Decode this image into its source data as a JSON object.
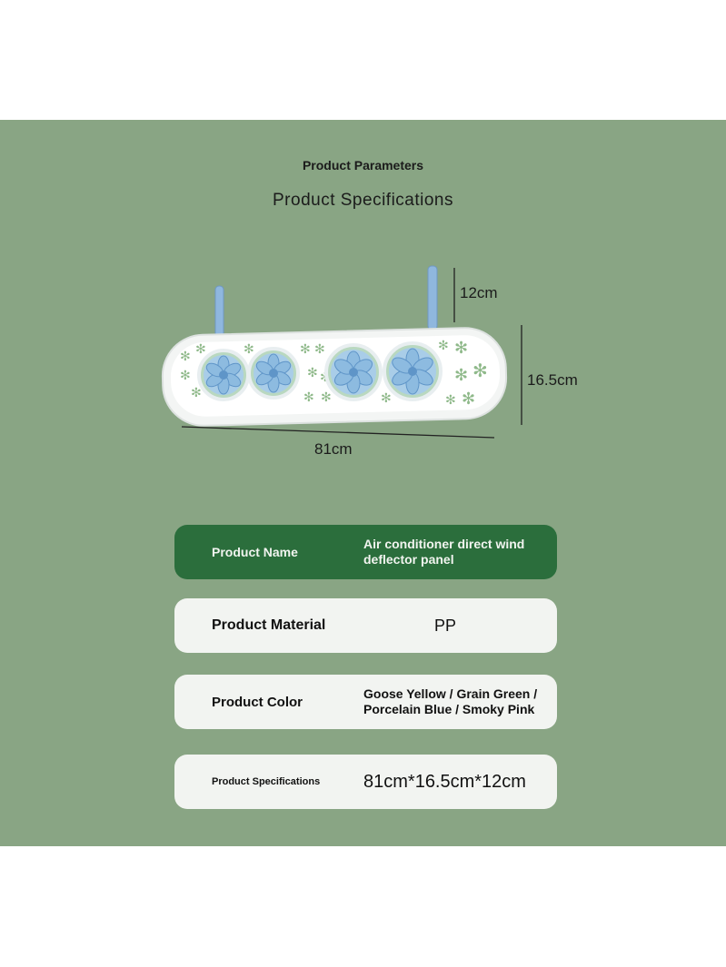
{
  "header": {
    "title": "Product Parameters",
    "subtitle": "Product Specifications"
  },
  "dimensions": {
    "height_top": "12cm",
    "height_side": "16.5cm",
    "width": "81cm"
  },
  "specs": [
    {
      "label": "Product Name",
      "value": "Air conditioner direct wind deflector panel"
    },
    {
      "label": "Product Material",
      "value": "PP"
    },
    {
      "label": "Product Color",
      "value": "Goose Yellow / Grain Green / Porcelain Blue / Smoky Pink"
    },
    {
      "label": "Product Specifications",
      "value": "81cm*16.5cm*12cm"
    }
  ],
  "colors": {
    "background": "#89a584",
    "highlight_row": "#2b6e3c",
    "row": "#f2f4f1",
    "fan_blue": "#a9cde8",
    "snowflake_green": "#8fb98a"
  }
}
